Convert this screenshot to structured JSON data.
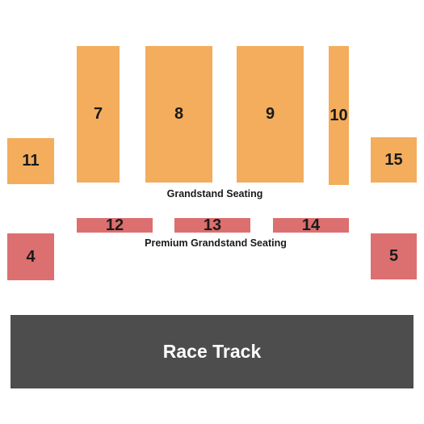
{
  "colors": {
    "grandstand": "#f3ad5c",
    "premium": "#dc6f6f",
    "track": "#4d4d4d",
    "background": "#ffffff"
  },
  "sections": {
    "s7": "7",
    "s8": "8",
    "s9": "9",
    "s10": "10",
    "s11": "11",
    "s15": "15",
    "s12": "12",
    "s13": "13",
    "s14": "14",
    "s4": "4",
    "s5": "5"
  },
  "labels": {
    "grandstand": "Grandstand Seating",
    "premium": "Premium Grandstand Seating",
    "track": "Race Track"
  }
}
